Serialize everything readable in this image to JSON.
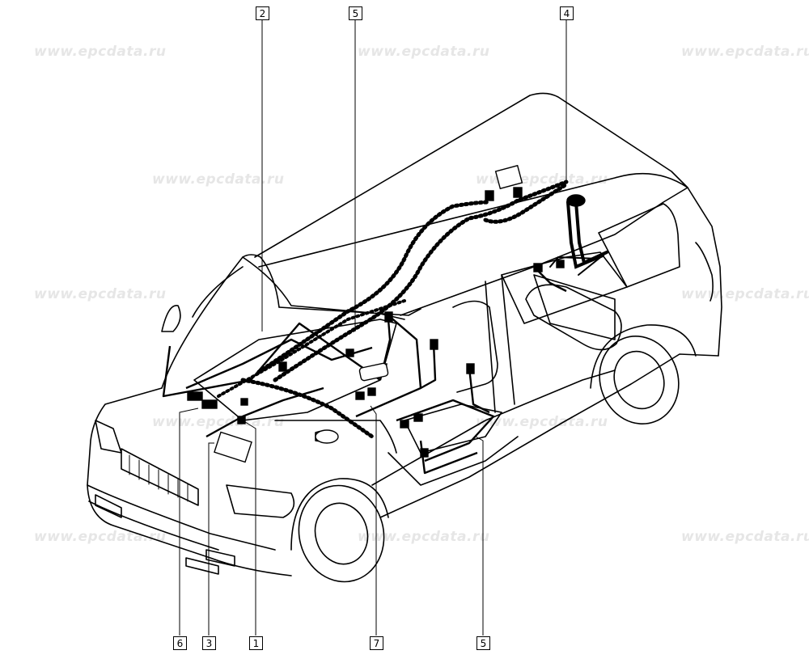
{
  "watermark": "www.epcdata.ru",
  "callouts": {
    "c2": "2",
    "c5_top": "5",
    "c4": "4",
    "c6": "6",
    "c3": "3",
    "c1": "1",
    "c7": "7",
    "c5_bottom": "5"
  }
}
